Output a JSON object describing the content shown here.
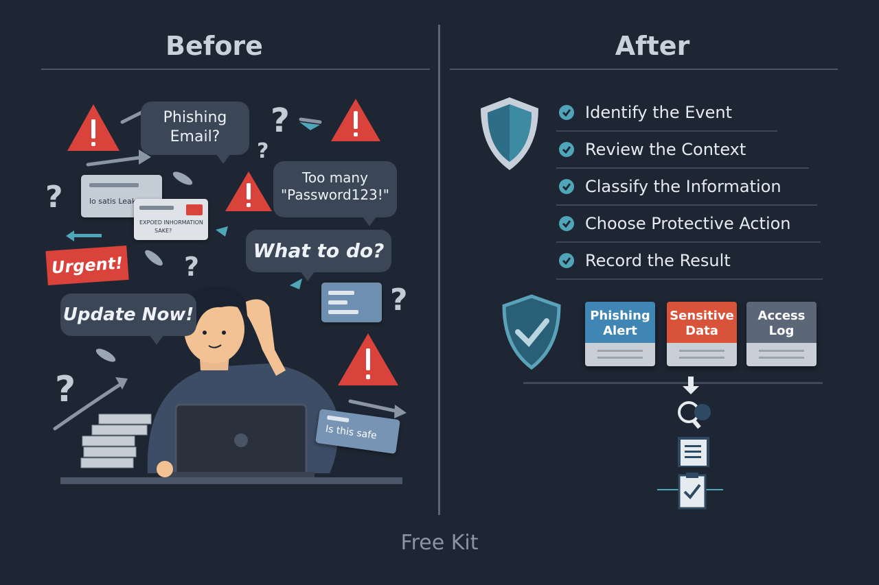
{
  "before": {
    "heading": "Before",
    "bubbles": [
      "Phishing\nEmail?",
      "Too many\n\"Password123!\"",
      "What to do?",
      "Update Now!"
    ],
    "urgent_tag": "Urgent!",
    "cards": {
      "leak_card": "lo satis Leak",
      "exposed_card": [
        "EXPOED INHORMATION",
        "SAKE?"
      ],
      "safe_card": "Is this safe"
    }
  },
  "after": {
    "heading": "After",
    "steps": [
      "Identify the Event",
      "Review the Context",
      "Classify the Information",
      "Choose Protective Action",
      "Record the Result"
    ],
    "categories": [
      {
        "label": "Phishing\nAlert",
        "color": "#3f86b5"
      },
      {
        "label": "Sensitive\nData",
        "color": "#d9533b"
      },
      {
        "label": "Access\nLog",
        "color": "#5b6676"
      }
    ]
  },
  "footer": "Free Kit",
  "colors": {
    "background": "#1e2633",
    "warning_red": "#d9433b",
    "accent_teal": "#4fa6b8",
    "panel": "#3b4656"
  }
}
